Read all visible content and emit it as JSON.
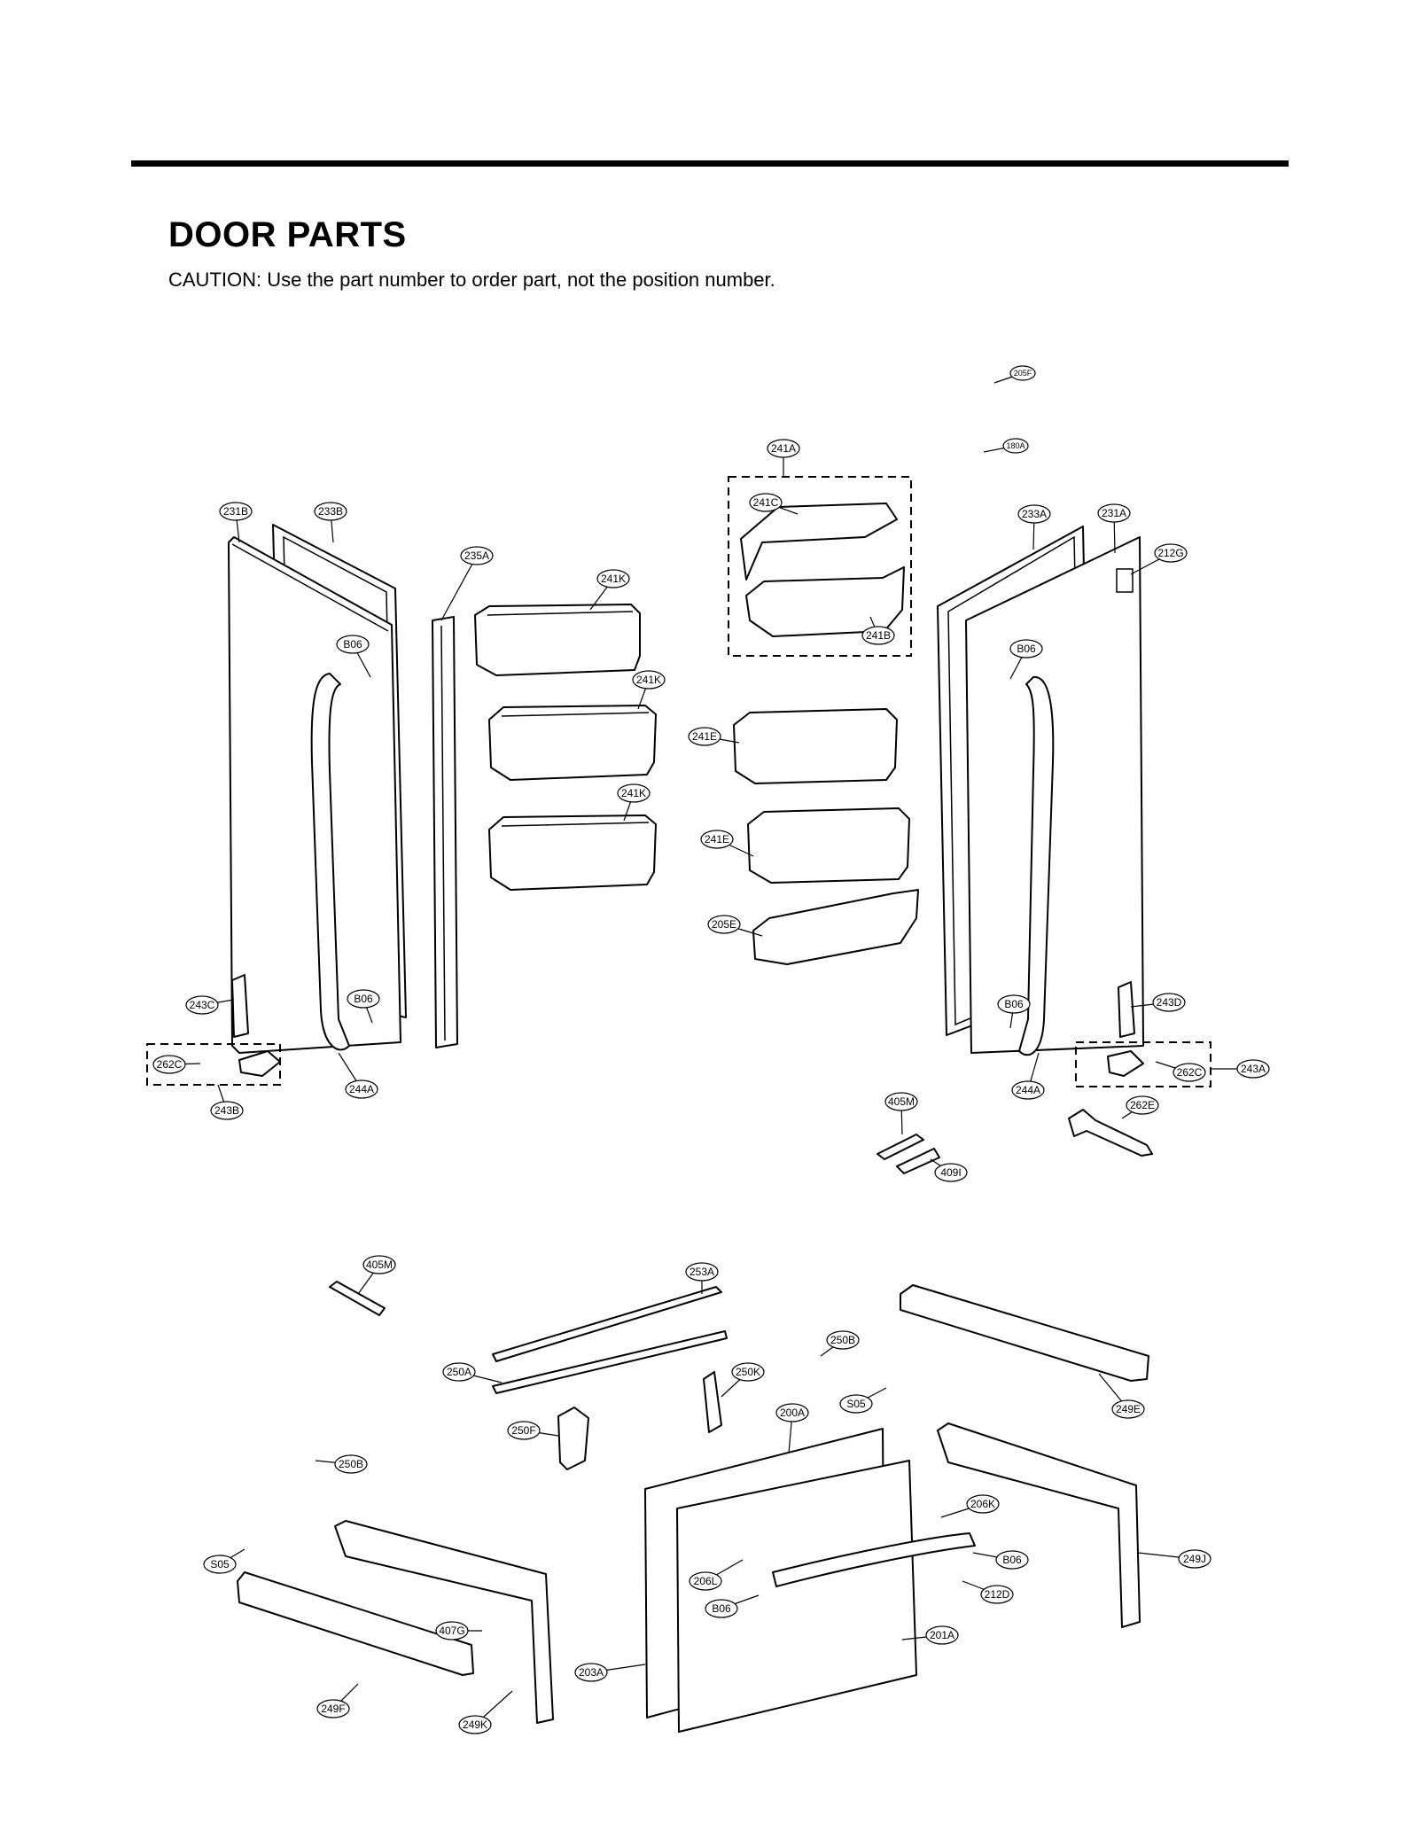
{
  "page": {
    "title": "DOOR PARTS",
    "caution": "CAUTION: Use the part number to order part, not the position number."
  },
  "callouts": [
    "205F",
    "180A",
    "241A",
    "241C",
    "231B",
    "233B",
    "233A",
    "231A",
    "212G",
    "235A",
    "241K",
    "241B",
    "B06",
    "241E",
    "205E",
    "243C",
    "243D",
    "262C",
    "243B",
    "244A",
    "405M",
    "243A",
    "262E",
    "409I",
    "253A",
    "250B",
    "250A",
    "250K",
    "S05",
    "249E",
    "200A",
    "250F",
    "206K",
    "206L",
    "212D",
    "407G",
    "249J",
    "201A",
    "203A",
    "249F",
    "249K"
  ]
}
